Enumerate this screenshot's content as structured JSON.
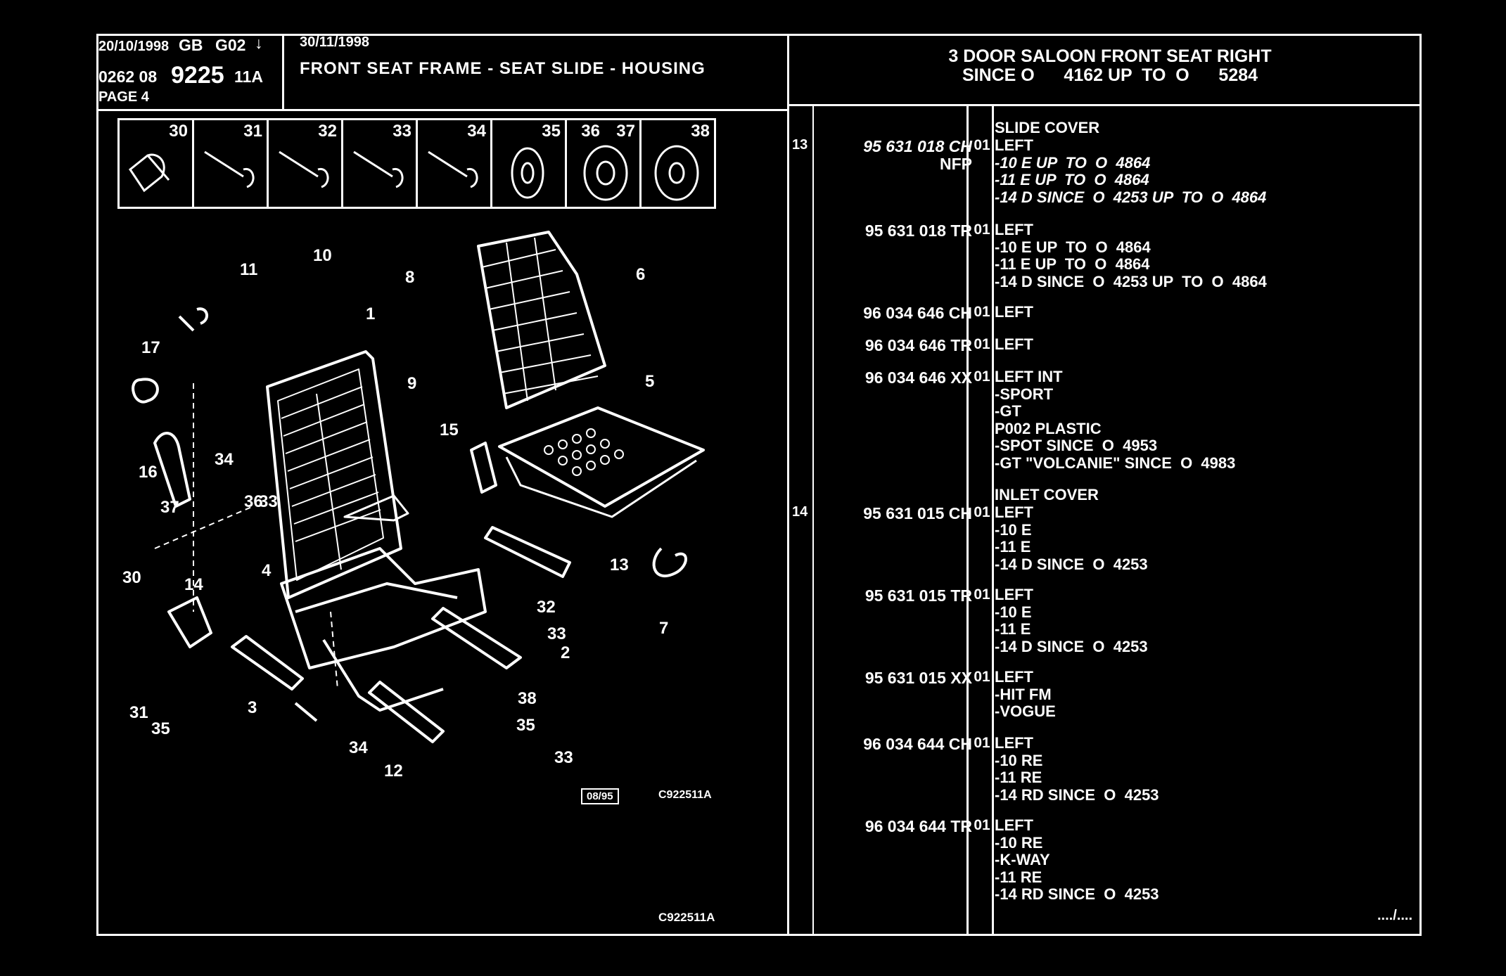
{
  "header": {
    "date1": "20/10/1998",
    "lang": "GB",
    "code": "G02",
    "arrow": "↓",
    "date2": "30/11/1998",
    "ref_prefix": "0262 08",
    "ref_main": "9225",
    "ref_suffix": "11A",
    "page": "PAGE 4",
    "title": "FRONT SEAT FRAME - SEAT SLIDE - HOUSING",
    "right_title_line1": "3 DOOR SALOON FRONT SEAT RIGHT",
    "right_title_line2": "SINCE O      4162 UP  TO  O      5284"
  },
  "thumbs": [
    "30",
    "31",
    "32",
    "33",
    "34",
    "35",
    "36",
    "37",
    "38"
  ],
  "callouts": [
    "1",
    "2",
    "3",
    "4",
    "5",
    "6",
    "7",
    "8",
    "9",
    "10",
    "11",
    "12",
    "13",
    "14",
    "15",
    "16",
    "17",
    "30",
    "31",
    "32",
    "33",
    "34",
    "35",
    "36",
    "37",
    "38",
    "35",
    "33",
    "34",
    "33"
  ],
  "diagram_codes": {
    "date_box": "08/95",
    "code_small": "C922511A",
    "code_bottom": "C922511A"
  },
  "parts": [
    {
      "ref": "13",
      "pn": "95 631 018 CH",
      "pn_italic": true,
      "extra": "NFP",
      "qty": "01",
      "section": "SLIDE COVER",
      "lines": [
        "LEFT",
        "-10 E UP  TO  O  4864",
        "-11 E UP  TO  O  4864",
        "-14 D SINCE  O  4253 UP  TO  O  4864"
      ]
    },
    {
      "ref": "",
      "pn": "95 631 018 TR",
      "qty": "01",
      "lines": [
        "LEFT",
        "-10 E UP  TO  O  4864",
        "-11 E UP  TO  O  4864",
        "-14 D SINCE  O  4253 UP  TO  O  4864"
      ]
    },
    {
      "ref": "",
      "pn": "96 034 646 CH",
      "qty": "01",
      "lines": [
        "LEFT"
      ]
    },
    {
      "ref": "",
      "pn": "96 034 646 TR",
      "qty": "01",
      "lines": [
        "LEFT"
      ]
    },
    {
      "ref": "",
      "pn": "96 034 646 XX",
      "qty": "01",
      "lines": [
        "LEFT INT",
        "-SPORT",
        "-GT",
        "P002 PLASTIC",
        "-SPOT SINCE  O  4953",
        "-GT \"VOLCANIE\" SINCE  O  4983"
      ]
    },
    {
      "ref": "14",
      "pn": "95 631 015 CH",
      "qty": "01",
      "section": "INLET COVER",
      "lines": [
        "LEFT",
        "-10 E",
        "-11 E",
        "-14 D SINCE  O  4253"
      ]
    },
    {
      "ref": "",
      "pn": "95 631 015 TR",
      "qty": "01",
      "lines": [
        "LEFT",
        "-10 E",
        "-11 E",
        "-14 D SINCE  O  4253"
      ]
    },
    {
      "ref": "",
      "pn": "95 631 015 XX",
      "qty": "01",
      "lines": [
        "LEFT",
        "-HIT FM",
        "-VOGUE"
      ]
    },
    {
      "ref": "",
      "pn": "96 034 644 CH",
      "qty": "01",
      "lines": [
        "LEFT",
        "-10 RE",
        "-11 RE",
        "-14 RD SINCE  O  4253"
      ]
    },
    {
      "ref": "",
      "pn": "96 034 644 TR",
      "qty": "01",
      "lines": [
        "LEFT",
        "-10 RE",
        "-K-WAY",
        "-11 RE",
        "-14 RD SINCE  O  4253"
      ]
    }
  ],
  "continuation": "..../...."
}
